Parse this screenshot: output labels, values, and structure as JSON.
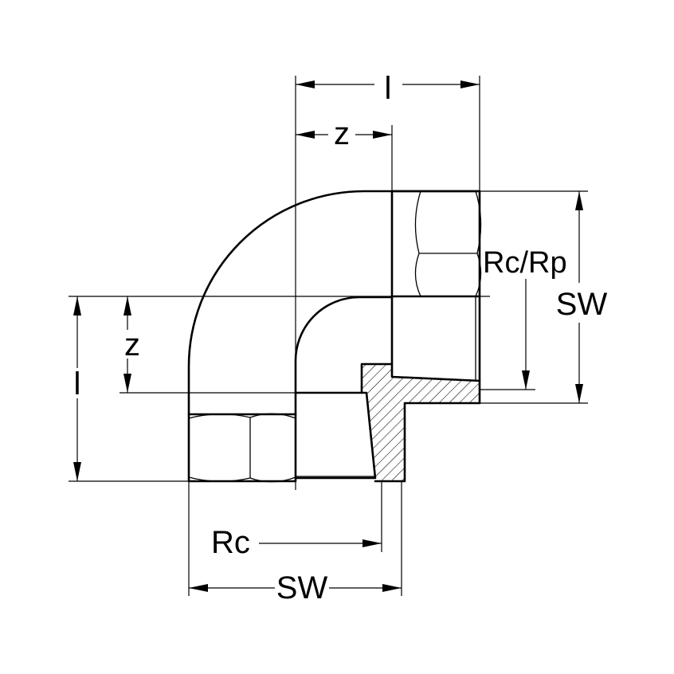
{
  "labels": {
    "top_l": "l",
    "top_z": "z",
    "left_z": "z",
    "left_l": "l",
    "rc_rp": "Rc/Rp",
    "right_sw": "SW",
    "rc": "Rc",
    "bottom_sw": "SW"
  }
}
